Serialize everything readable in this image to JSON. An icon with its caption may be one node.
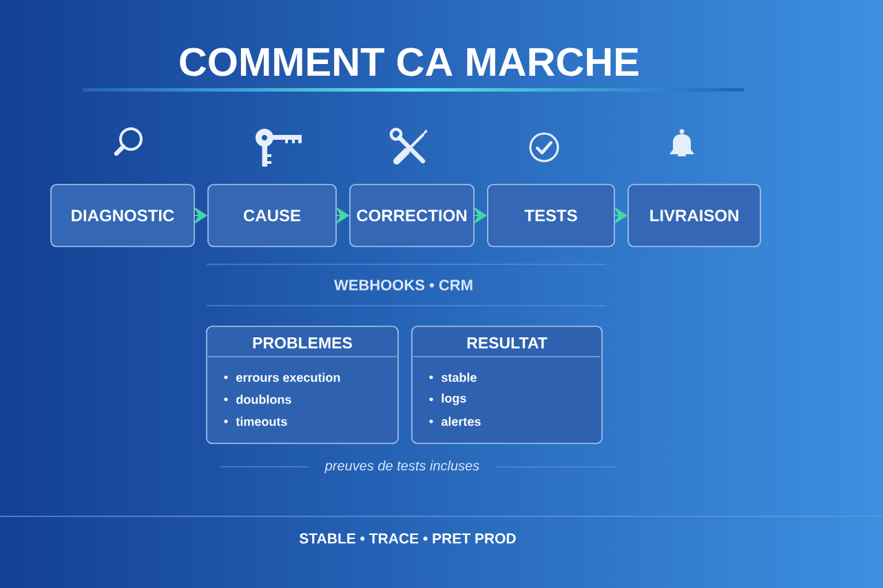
{
  "diagram": {
    "title": "COMMENT CA MARCHE",
    "nodes": [
      {
        "text": [
          "DIAGNOSTIC"
        ]
      },
      {
        "text": [
          "CAUSE"
        ]
      },
      {
        "text": [
          "CORRECTION"
        ]
      },
      {
        "text": [
          "TESTS"
        ]
      },
      {
        "text": [
          "LIVRAISON"
        ]
      },
      {
        "text": [
          "PROBLEMES",
          "errours execution",
          "doublons",
          "timeouts"
        ]
      },
      {
        "text": [
          "RESULTAT",
          "stable",
          "logs",
          "alertes"
        ]
      }
    ],
    "edges": [
      {
        "from": 0,
        "to": 1,
        "arrow": "to"
      },
      {
        "from": 1,
        "to": 2,
        "arrow": "to"
      },
      {
        "from": 2,
        "to": 3,
        "arrow": "to"
      },
      {
        "from": 3,
        "to": 4,
        "arrow": "to"
      }
    ],
    "labels": [
      "WEBHOOKS • CRM",
      "preuves de tests incluses",
      "STABLE • TRACE • PRET PROD"
    ]
  }
}
